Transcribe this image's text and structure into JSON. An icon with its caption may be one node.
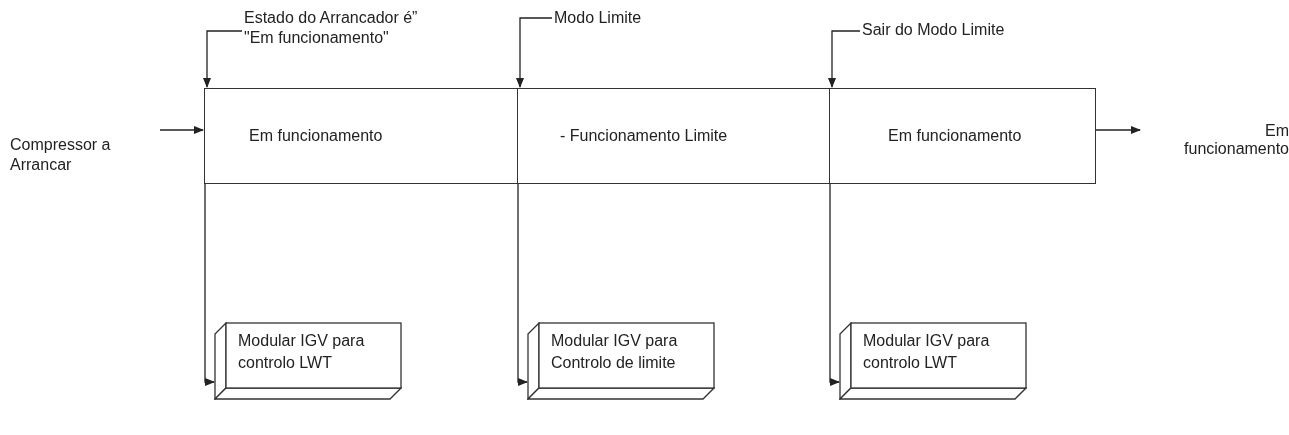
{
  "diagram": {
    "nodes": [
      {
        "text": [
          "Compressor a Arrancar"
        ]
      },
      {
        "text": [
          "Em funcionamento"
        ]
      },
      {
        "text": [
          "- Funcionamento Limite"
        ]
      },
      {
        "text": [
          "Em funcionamento"
        ]
      },
      {
        "text": [
          "Em funcionamento"
        ]
      },
      {
        "text": [
          "Estado do Arrancador é” \"Em funcionamento\""
        ]
      },
      {
        "text": [
          "Modo Limite"
        ]
      },
      {
        "text": [
          "Sair do Modo Limite"
        ]
      },
      {
        "text": [
          "Modular IGV para controlo LWT"
        ]
      },
      {
        "text": [
          "Modular IGV para Controlo de limite"
        ]
      },
      {
        "text": [
          "Modular IGV para controlo LWT"
        ]
      }
    ],
    "edges": [
      {
        "from": 0,
        "to": 1,
        "arrow": "to"
      },
      {
        "from": 3,
        "to": 4,
        "arrow": "to"
      },
      {
        "from": 5,
        "to": 1,
        "arrow": "to"
      },
      {
        "from": 6,
        "to": 2,
        "arrow": "to"
      },
      {
        "from": 7,
        "to": 3,
        "arrow": "to"
      },
      {
        "from": 1,
        "to": 8,
        "arrow": "to"
      },
      {
        "from": 2,
        "to": 9,
        "arrow": "to"
      },
      {
        "from": 3,
        "to": 10,
        "arrow": "to"
      }
    ]
  }
}
